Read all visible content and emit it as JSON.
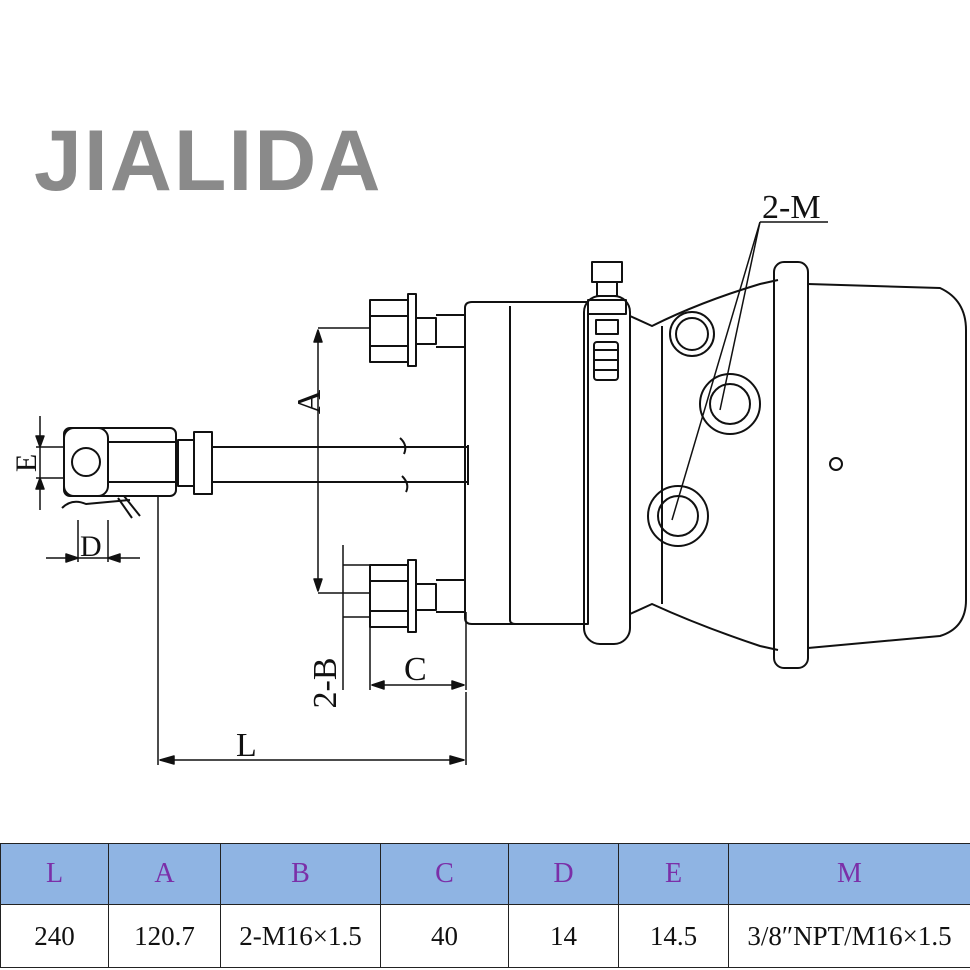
{
  "brand": "JIALIDA",
  "labels": {
    "m": "2-M",
    "a": "A",
    "b": "2-B",
    "c": "C",
    "d": "D",
    "e": "E",
    "l": "L"
  },
  "table": {
    "headers": [
      "L",
      "A",
      "B",
      "C",
      "D",
      "E",
      "M"
    ],
    "values": [
      "240",
      "120.7",
      "2-M16×1.5",
      "40",
      "14",
      "14.5",
      "3/8″NPT/M16×1.5"
    ]
  },
  "colors": {
    "header_bg": "#8fb4e3",
    "header_text": "#7b2fa8",
    "brand": "#8a8a8a"
  }
}
